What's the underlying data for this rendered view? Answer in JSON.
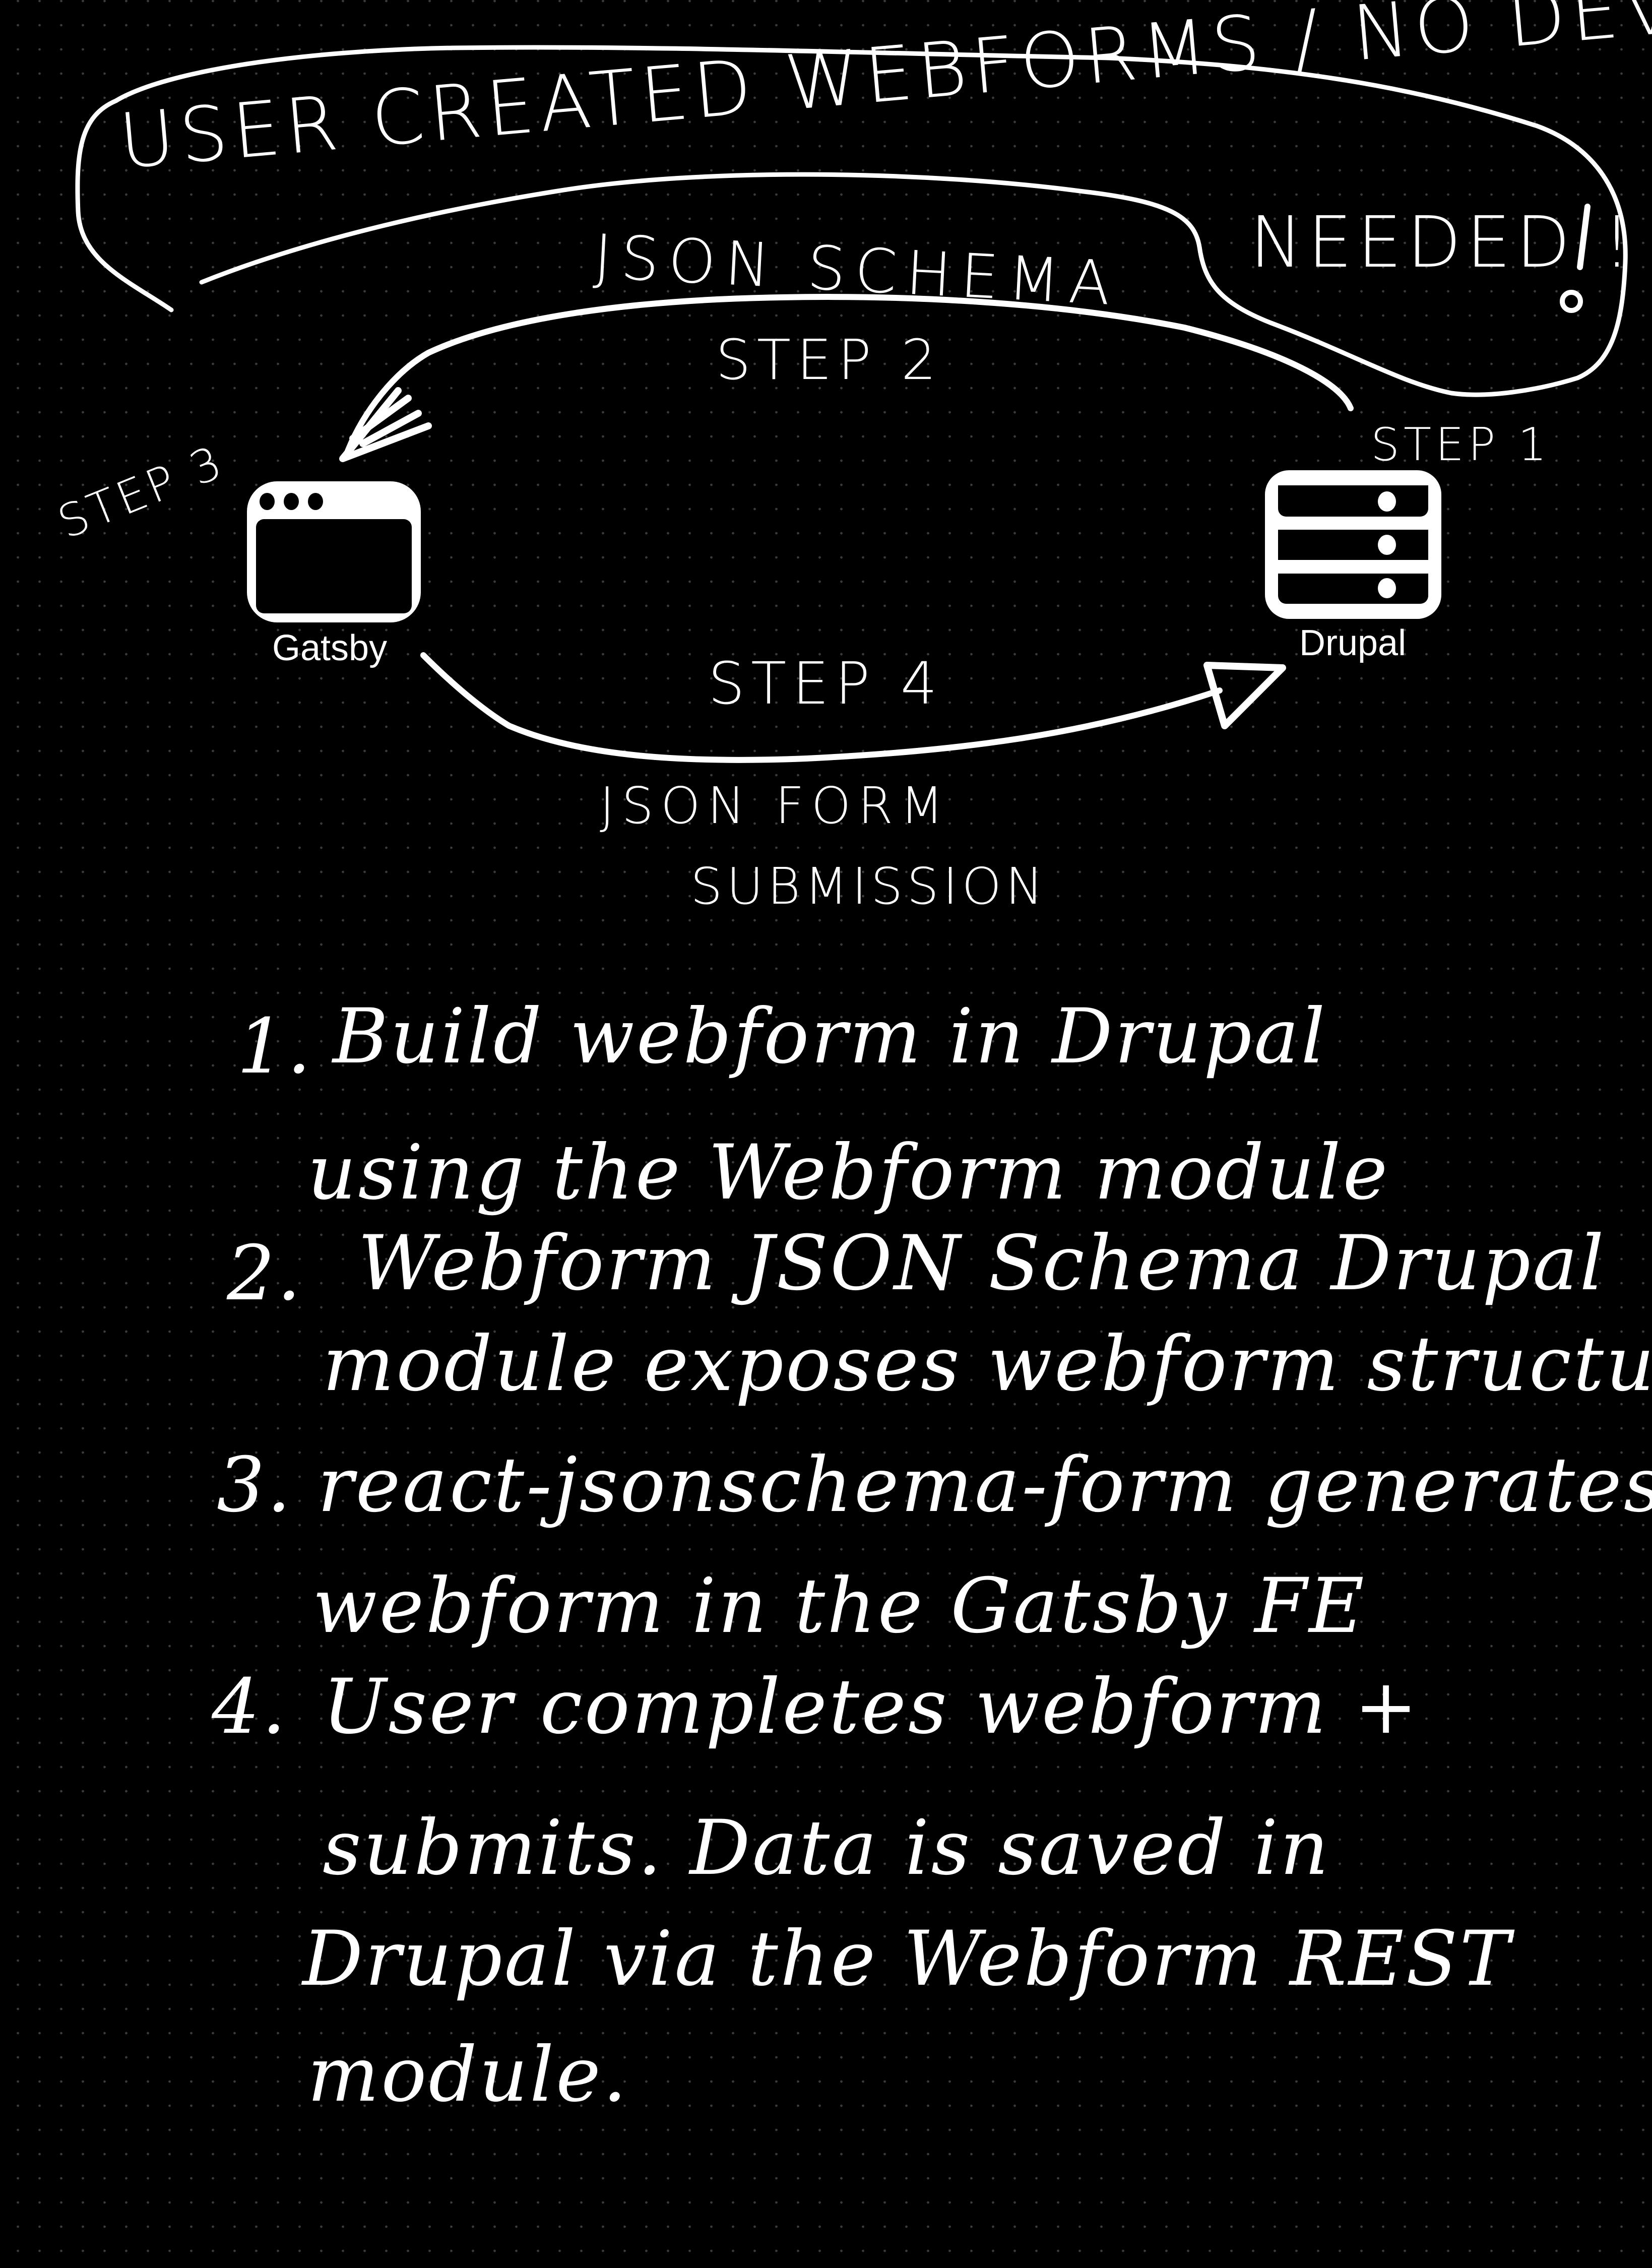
{
  "header": {
    "title_line1": "USER CREATED WEBFORMS / NO DEV",
    "title_line2": "NEEDED !"
  },
  "diagram": {
    "top_arrow": {
      "label": "JSON SCHEMA",
      "step": "STEP 2",
      "direction": "drupal-to-gatsby"
    },
    "bottom_arrow": {
      "label_line1": "JSON FORM",
      "label_line2": "SUBMISSION",
      "step": "STEP 4",
      "direction": "gatsby-to-drupal"
    },
    "nodes": [
      {
        "id": "gatsby",
        "label": "Gatsby",
        "icon": "browser-window-icon",
        "step": "STEP 3"
      },
      {
        "id": "drupal",
        "label": "Drupal",
        "icon": "server-icon",
        "step": "STEP 1"
      }
    ]
  },
  "notes": {
    "items": [
      {
        "number": "1.",
        "line1": "Build webform in Drupal",
        "line2": "using the Webform module"
      },
      {
        "number": "2.",
        "line1": "Webform JSON Schema Drupal",
        "line2": "module exposes webform structure"
      },
      {
        "number": "3.",
        "line1": "react-jsonschema-form generates",
        "line2": "webform in the Gatsby FE"
      },
      {
        "number": "4.",
        "line1": "User completes webform +",
        "line2": "submits. Data is saved in",
        "line3": "Drupal via the Webform REST",
        "line4": "module."
      }
    ]
  },
  "colors": {
    "background": "#000000",
    "ink": "#ffffff",
    "grid_dot": "#3a3a3a"
  }
}
